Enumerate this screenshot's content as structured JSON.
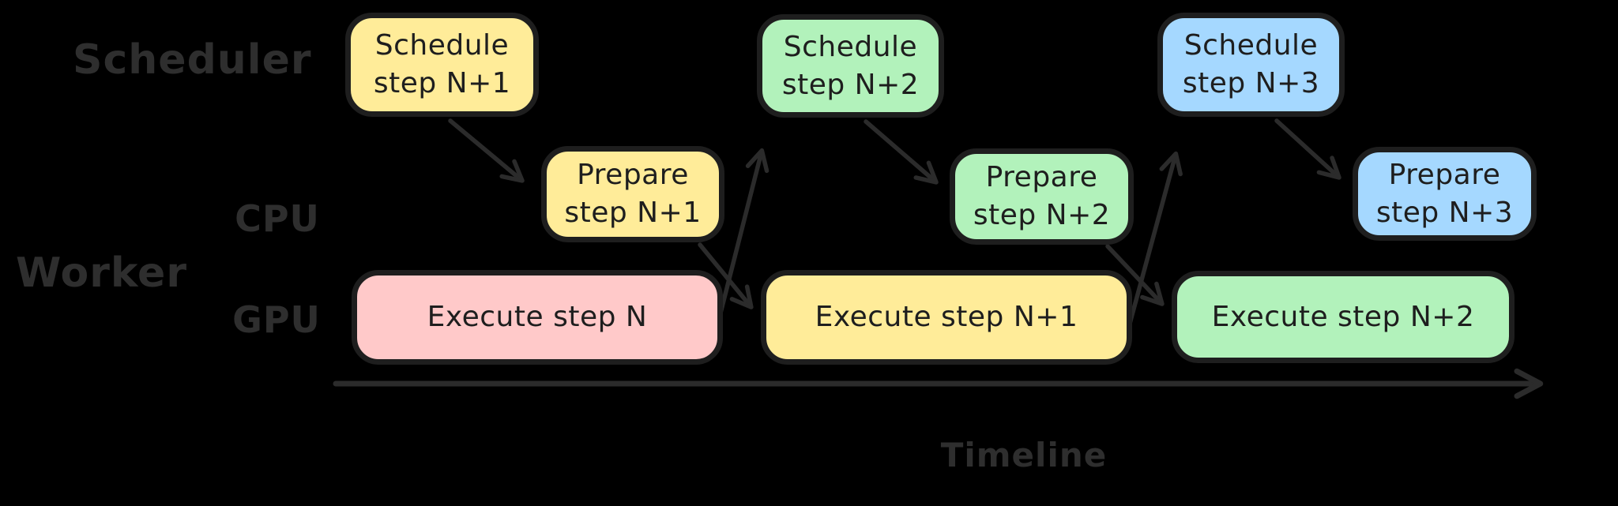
{
  "diagram": {
    "lane_labels": {
      "scheduler": "Scheduler",
      "worker": "Worker",
      "cpu": "CPU",
      "gpu": "GPU"
    },
    "axis": {
      "label": "Timeline"
    },
    "colors": {
      "background": "#000000",
      "box_ink": "#1e1e1e",
      "annotation_ink": "#2e2e2e",
      "yellow": "#FFEC99",
      "green": "#B2F2BB",
      "blue": "#A5D8FF",
      "pink": "#FFC9C9"
    },
    "nodes": [
      {
        "id": "schedule-step-n1",
        "label": "Schedule step N+1",
        "lane": "Scheduler",
        "color": "yellow"
      },
      {
        "id": "schedule-step-n2",
        "label": "Schedule step N+2",
        "lane": "Scheduler",
        "color": "green"
      },
      {
        "id": "schedule-step-n3",
        "label": "Schedule step N+3",
        "lane": "Scheduler",
        "color": "blue"
      },
      {
        "id": "prepare-step-n1",
        "label": "Prepare step N+1",
        "lane": "Worker CPU",
        "color": "yellow"
      },
      {
        "id": "prepare-step-n2",
        "label": "Prepare step N+2",
        "lane": "Worker CPU",
        "color": "green"
      },
      {
        "id": "prepare-step-n3",
        "label": "Prepare step N+3",
        "lane": "Worker CPU",
        "color": "blue"
      },
      {
        "id": "execute-step-n",
        "label": "Execute step N",
        "lane": "Worker GPU",
        "color": "pink"
      },
      {
        "id": "execute-step-n1",
        "label": "Execute step N+1",
        "lane": "Worker GPU",
        "color": "yellow"
      },
      {
        "id": "execute-step-n2",
        "label": "Execute step N+2",
        "lane": "Worker GPU",
        "color": "green"
      }
    ],
    "edges": [
      {
        "from": "schedule-step-n1",
        "to": "prepare-step-n1"
      },
      {
        "from": "prepare-step-n1",
        "to": "execute-step-n1"
      },
      {
        "from": "execute-step-n",
        "to": "schedule-step-n2"
      },
      {
        "from": "schedule-step-n2",
        "to": "prepare-step-n2"
      },
      {
        "from": "prepare-step-n2",
        "to": "execute-step-n2"
      },
      {
        "from": "execute-step-n1",
        "to": "schedule-step-n3"
      },
      {
        "from": "schedule-step-n3",
        "to": "prepare-step-n3"
      }
    ]
  }
}
